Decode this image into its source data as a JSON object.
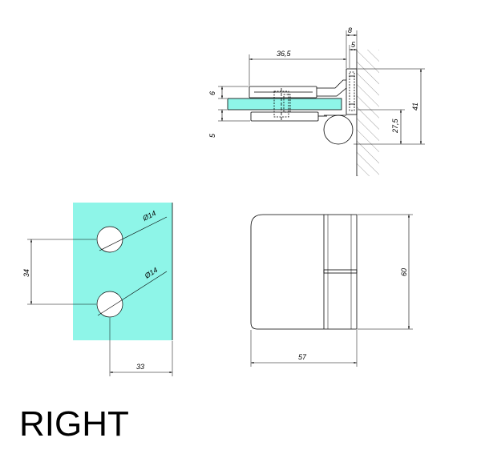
{
  "title": "RIGHT",
  "colors": {
    "glass": "#8ef5e8",
    "line": "#000000",
    "hatch": "#888888",
    "background": "#ffffff"
  },
  "side_view": {
    "dim_top_width": "36,5",
    "dim_plate_width": "8",
    "dim_plate_inner": "5",
    "dim_upper_thickness": "6",
    "dim_lower_thickness": "5",
    "dim_glass_to_base": "27,5",
    "dim_total_height": "41"
  },
  "glass_view": {
    "hole_top_diameter": "Ø14",
    "hole_bottom_diameter": "Ø14",
    "dim_hole_spacing": "34",
    "dim_edge_offset": "33"
  },
  "front_view": {
    "dim_height": "60",
    "dim_width": "57"
  }
}
